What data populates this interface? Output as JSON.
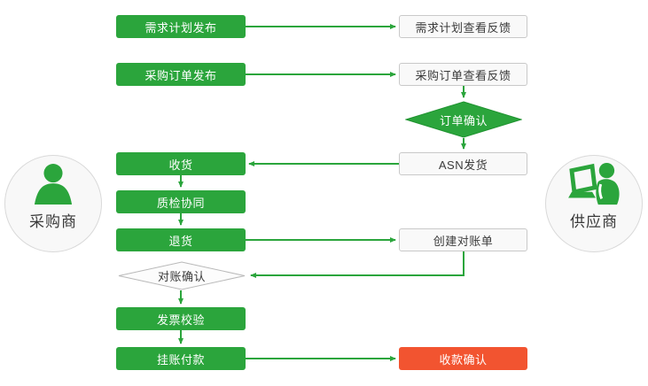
{
  "diagram": {
    "kind": "procurement-collaboration-flowchart",
    "colors": {
      "green": "#2ba53c",
      "red": "#f25430",
      "neutral_fill": "#f9f9f9",
      "neutral_border": "#c9c9c9",
      "dark_text": "#3b3b3b"
    },
    "actors": {
      "buyer": {
        "label": "采购商",
        "icon": "person-icon"
      },
      "supplier": {
        "label": "供应商",
        "icon": "person-laptop-icon"
      }
    },
    "nodes": {
      "demand_publish": {
        "label": "需求计划发布",
        "style": "green-box"
      },
      "demand_feedback": {
        "label": "需求计划查看反馈",
        "style": "outline-box"
      },
      "po_publish": {
        "label": "采购订单发布",
        "style": "green-box"
      },
      "po_feedback": {
        "label": "采购订单查看反馈",
        "style": "outline-box"
      },
      "order_confirm": {
        "label": "订单确认",
        "style": "green-diamond"
      },
      "asn_ship": {
        "label": "ASN发货",
        "style": "outline-box"
      },
      "receive": {
        "label": "收货",
        "style": "green-box"
      },
      "quality_collab": {
        "label": "质检协同",
        "style": "green-box"
      },
      "return_goods": {
        "label": "退货",
        "style": "green-box"
      },
      "create_statement": {
        "label": "创建对账单",
        "style": "outline-box"
      },
      "recon_confirm": {
        "label": "对账确认",
        "style": "gray-diamond"
      },
      "invoice_check": {
        "label": "发票校验",
        "style": "green-box"
      },
      "pending_payment": {
        "label": "挂账付款",
        "style": "green-box"
      },
      "payment_confirm": {
        "label": "收款确认",
        "style": "red-box"
      }
    }
  }
}
